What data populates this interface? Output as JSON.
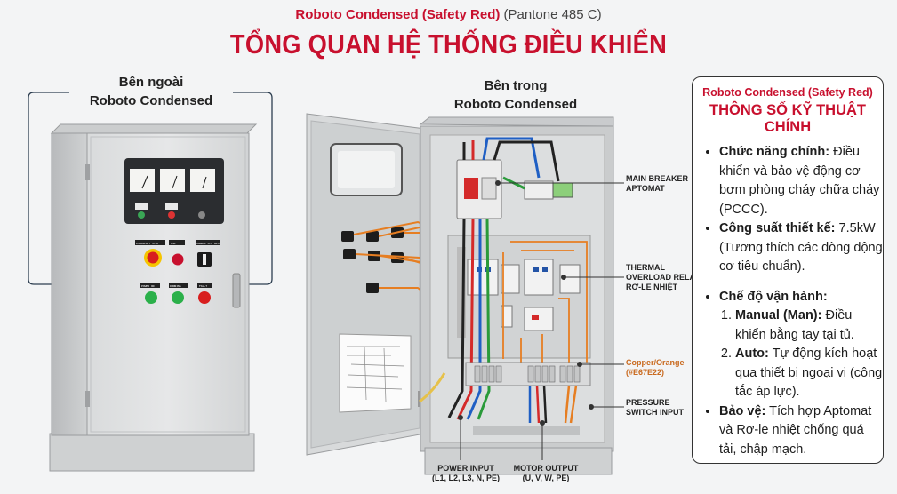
{
  "header": {
    "font_note": "Roboto Condensed (Safety Red)",
    "pantone": "(Pantone 485 C)",
    "title": "TỔNG QUAN HỆ THỐNG ĐIỀU KHIỂN"
  },
  "left_caption": {
    "line1": "Bên ngoài",
    "line2": "Roboto Condensed"
  },
  "mid_caption": {
    "line1": "Bên trong",
    "line2": "Roboto Condensed"
  },
  "door_labels": {
    "emergency": "EMERGENCY STOP",
    "cmd": "CMD",
    "manual_auto": "MANUAL OFF AUTO",
    "power_on": "POWER ON",
    "running": "RUNNING",
    "fault": "FAULT"
  },
  "callouts": {
    "main_breaker": [
      "MAIN BREAKER",
      "APTOMAT"
    ],
    "thermal": [
      "THERMAL",
      "OVERLOAD RELAY",
      "RƠ-LE NHIỆT"
    ],
    "copper": [
      "Copper/Orange",
      "(#E67E22)"
    ],
    "pressure": [
      "PRESSURE",
      "SWITCH INPUT"
    ],
    "power_input": [
      "POWER INPUT",
      "(L1, L2, L3, N, PE)"
    ],
    "motor_output": [
      "MOTOR OUTPUT",
      "(U, V, W, PE)"
    ]
  },
  "spec": {
    "font_note": "Roboto Condensed (Safety Red)",
    "title": "THÔNG SỐ KỸ THUẬT CHÍNH",
    "function_label": "Chức năng chính:",
    "function_text": " Điều khiển và bảo vệ động cơ bơm phòng cháy chữa cháy (PCCC).",
    "power_label": "Công suất thiết kế:",
    "power_text": " 7.5kW (Tương thích các dòng động cơ tiêu chuẩn).",
    "mode_label": "Chế độ vận hành:",
    "manual_label": "Manual (Man):",
    "manual_text": " Điều khiển bằng tay tại tủ.",
    "auto_label": "Auto:",
    "auto_text": " Tự động kích hoạt qua thiết bị ngoại vi (công tắc áp lực).",
    "protect_label": "Bảo vệ:",
    "protect_text": " Tích hợp Aptomat và Rơ-le nhiệt chống quá tải, chập mạch."
  },
  "colors": {
    "safety_red": "#c8102e",
    "copper": "#E67E22"
  }
}
